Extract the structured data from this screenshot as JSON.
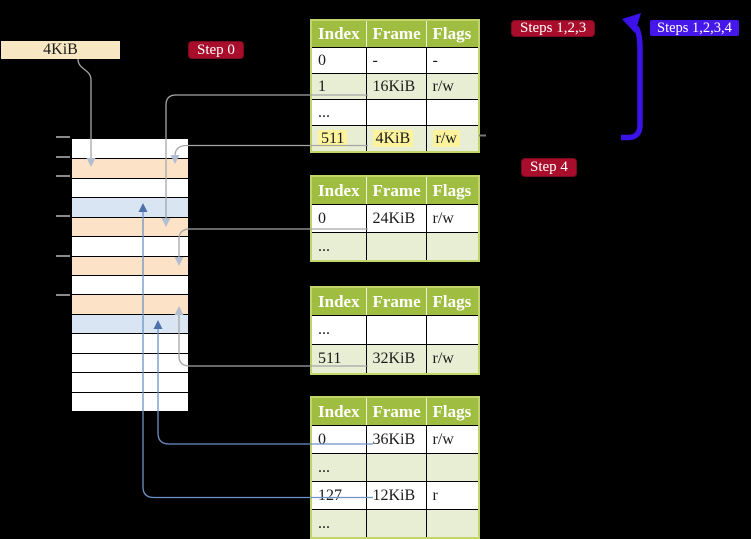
{
  "legend": {
    "box_label": "4KiB"
  },
  "badges": {
    "step0": "Step 0",
    "steps123": "Steps 1,2,3",
    "steps1234": "Steps 1,2,3,4",
    "step4": "Step 4"
  },
  "tables": [
    {
      "id": "page-table-level-4",
      "headers": [
        "Index",
        "Frame",
        "Flags"
      ],
      "rows": [
        {
          "cells": [
            "0",
            "-",
            "-"
          ],
          "shaded": false,
          "highlight": false
        },
        {
          "cells": [
            "1",
            "16KiB",
            "r/w"
          ],
          "shaded": true,
          "highlight": false
        },
        {
          "cells": [
            "...",
            "",
            ""
          ],
          "shaded": false,
          "highlight": false
        },
        {
          "cells": [
            "511",
            "4KiB",
            "r/w"
          ],
          "shaded": true,
          "highlight": true
        }
      ]
    },
    {
      "id": "page-table-level-3",
      "headers": [
        "Index",
        "Frame",
        "Flags"
      ],
      "rows": [
        {
          "cells": [
            "0",
            "24KiB",
            "r/w"
          ],
          "shaded": false,
          "highlight": false
        },
        {
          "cells": [
            "...",
            "",
            ""
          ],
          "shaded": true,
          "highlight": false
        }
      ]
    },
    {
      "id": "page-table-level-2",
      "headers": [
        "Index",
        "Frame",
        "Flags"
      ],
      "rows": [
        {
          "cells": [
            "...",
            "",
            ""
          ],
          "shaded": false,
          "highlight": false
        },
        {
          "cells": [
            "511",
            "32KiB",
            "r/w"
          ],
          "shaded": true,
          "highlight": false
        }
      ]
    },
    {
      "id": "page-table-level-1",
      "headers": [
        "Index",
        "Frame",
        "Flags"
      ],
      "rows": [
        {
          "cells": [
            "0",
            "36KiB",
            "r/w"
          ],
          "shaded": false,
          "highlight": false
        },
        {
          "cells": [
            "...",
            "",
            ""
          ],
          "shaded": true,
          "highlight": false
        },
        {
          "cells": [
            "127",
            "12KiB",
            "r"
          ],
          "shaded": false,
          "highlight": false
        },
        {
          "cells": [
            "...",
            "",
            ""
          ],
          "shaded": true,
          "highlight": false
        }
      ]
    }
  ],
  "memory_strip": {
    "rows_4kib_each": [
      "white",
      "orange",
      "white",
      "blue",
      "orange",
      "white",
      "orange",
      "white",
      "orange",
      "blue",
      "white",
      "white",
      "white",
      "white"
    ],
    "tick_count": 6
  },
  "connectors": [
    {
      "id": "label-to-4kib",
      "color": "gray",
      "from": "4KiB label box",
      "to": "memory frame 4KiB"
    },
    {
      "id": "l4e1-to-16kib",
      "color": "gray",
      "from": "level-4 entry 1 (16KiB)",
      "to": "memory frame 16KiB"
    },
    {
      "id": "l4e511-to-4kib",
      "color": "gray",
      "from": "level-4 entry 511 (4KiB)",
      "to": "memory frame 4KiB"
    },
    {
      "id": "l3e0-to-24kib",
      "color": "gray",
      "from": "level-3 entry 0 (24KiB)",
      "to": "memory frame 24KiB"
    },
    {
      "id": "l2e511-to-32kib",
      "color": "gray",
      "from": "level-2 entry 511 (32KiB)",
      "to": "memory frame 32KiB"
    },
    {
      "id": "l1e0-to-36kib",
      "color": "blue",
      "from": "level-1 entry 0 (36KiB)",
      "to": "memory frame 36KiB"
    },
    {
      "id": "l1e127-to-12kib",
      "color": "blue",
      "from": "level-1 entry 127 (12KiB)",
      "to": "memory frame 12KiB"
    }
  ],
  "big_arrow": {
    "from": "level-4 entry 511 (recursive)",
    "to": "top of level-4 table",
    "color": "#3b13e8"
  },
  "colors": {
    "background": "#000000",
    "badge_red": "#a80d2c",
    "badge_blue": "#4617ea",
    "table_header_green": "#9fbe41",
    "table_row_green": "#e7eed4",
    "table_border_olive": "#c3d56a",
    "highlight_yellow": "#fcf39c",
    "label_box_wheat": "#f7e8c3",
    "strip_orange": "#fce3c7",
    "strip_blue": "#d9e5f3",
    "line_gray": "#a6a6a6",
    "head_gray": "#b2bdcf",
    "line_blue": "#6d93c6",
    "head_blue": "#4d72aa",
    "arrow_thick_blue": "#3b13e8"
  }
}
